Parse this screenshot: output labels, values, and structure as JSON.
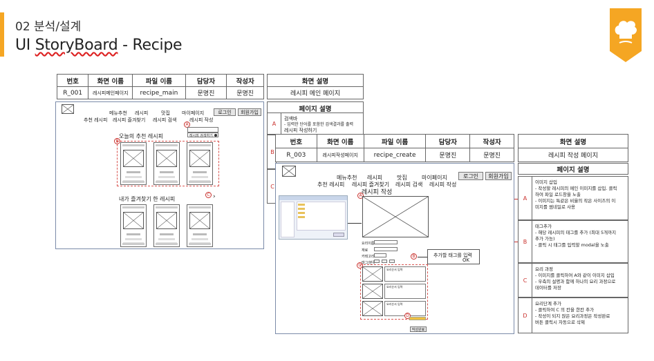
{
  "header": {
    "section": "02 분석/설계",
    "title_prefix": "UI ",
    "title_underlined": "StoryBoard",
    "title_suffix": " - Recipe"
  },
  "ribbon": {
    "icon": "chef-hat-icon",
    "color": "#f5a623"
  },
  "sheet1": {
    "headers": [
      "번호",
      "화면 이름",
      "파일 이름",
      "담당자",
      "작성자"
    ],
    "values": [
      "R_001",
      "레시피메인페이지",
      "recipe_main",
      "문명진",
      "문명진"
    ],
    "screen_desc_header": "화면 설명",
    "screen_desc_value": "레시피 메인 페이지",
    "page_desc_header": "페이지 설명",
    "nav_top": [
      "메뉴추천",
      "레시피",
      "맛집",
      "마이페이지"
    ],
    "login": "로그인",
    "signup": "회원가입",
    "nav_sub": [
      "추천 레시피",
      "레시피 즐겨찾기",
      "레시피 검색",
      "레시피 작성"
    ],
    "search_placeholder": "레시피 검색하기",
    "today_title": "오늘의 추천 레시피",
    "fav_title": "내가 즐겨찾기 한 레시피",
    "desc_a_key": "A",
    "desc_a_title": "검색바",
    "desc_a_body": "- 입력한 단어를 포함한 검색결과를 출력",
    "desc_a_extra": "레시피 작성하기",
    "desc_b_key": "B",
    "desc_c_key": "C"
  },
  "sheet2": {
    "headers": [
      "번호",
      "화면 이름",
      "파일 이름",
      "담당자",
      "작성자"
    ],
    "values": [
      "R_003",
      "레시피작성페이지",
      "recipe_create",
      "문명진",
      "문명진"
    ],
    "screen_desc_header": "화면 설명",
    "screen_desc_value": "레시피 작성 페이지",
    "page_desc_header": "페이지 설명",
    "nav_top": [
      "메뉴추천",
      "레시피",
      "맛집",
      "마이페이지"
    ],
    "login": "로그인",
    "signup": "회원가입",
    "nav_sub": [
      "추천 레시피",
      "레시피 즐겨찾기",
      "레시피 검색",
      "레시피 작성"
    ],
    "page_title": "레시피 작성",
    "tag_modal_text": "추가할 태그를 입력",
    "tag_modal_ok": "OK",
    "submit": "작성완료",
    "form_labels": [
      "요리이름",
      "재료",
      "카테고리",
      "태그/분류"
    ],
    "step_text": "요리순서 입력",
    "descriptions": [
      {
        "key": "A",
        "text": "이미지 삽입\n-  작성할 레시피의 메인 이미지를 삽입. 클릭\n   하여 파일 로드창을 노출\n-  이미지는 특같은 비율의 작은 사이즈의 이\n   미지를 썸네일로 사용"
      },
      {
        "key": "B",
        "text": "태그추가\n-  해당 레시피의 태그를 추가 (최대 5개까지\n   추가 가능)\n-  클릭 시 태그를 입력할 modal을 노출"
      },
      {
        "key": "C",
        "text": "요리 과정\n-  이미지를 클릭하여 A와 같이 이미지 삽입\n-  우측의 설명과 함께 하나의 요리 과정으로\n   데이터를 저장"
      },
      {
        "key": "D",
        "text": "요리단계 추가\n-     클릭하여 C 의 칸을 한칸 추가\n-     작성이 되지 않은 요리과정은 작성완료\n      버튼 클릭시 자동으로 삭제"
      }
    ]
  }
}
